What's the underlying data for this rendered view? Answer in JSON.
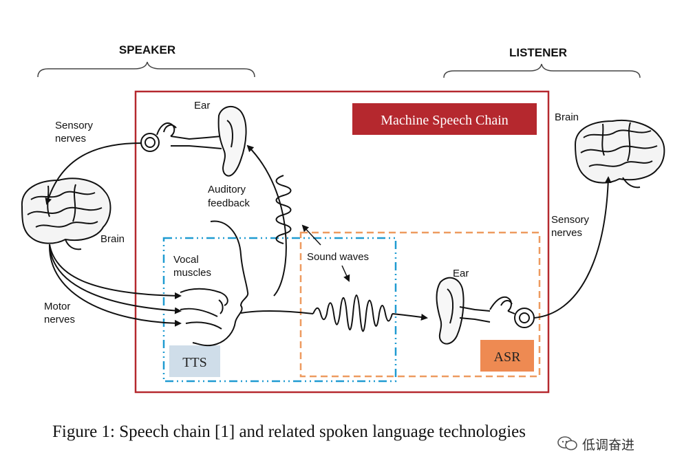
{
  "headers": {
    "speaker": "SPEAKER",
    "listener": "LISTENER"
  },
  "labels": {
    "ear_top": "Ear",
    "sensory_nerves_left": [
      "Sensory",
      "nerves"
    ],
    "brain_left": "Brain",
    "auditory_feedback": [
      "Auditory",
      "feedback"
    ],
    "vocal_muscles": [
      "Vocal",
      "muscles"
    ],
    "motor_nerves": [
      "Motor",
      "nerves"
    ],
    "sound_waves": "Sound waves",
    "ear_right": "Ear",
    "brain_right": "Brain",
    "sensory_nerves_right": [
      "Sensory",
      "nerves"
    ]
  },
  "boxes": {
    "machine_speech_chain": "Machine Speech Chain",
    "tts": "TTS",
    "asr": "ASR"
  },
  "caption": "Figure 1: Speech chain [1] and related spoken language technologies",
  "watermark": "低调奋进",
  "colors": {
    "machine_box": "#b5282e",
    "tts_border": "#1f9bd1",
    "tts_fill": "#cfdde9",
    "asr_border": "#ee9a5f",
    "asr_fill": "#ee8a52"
  }
}
